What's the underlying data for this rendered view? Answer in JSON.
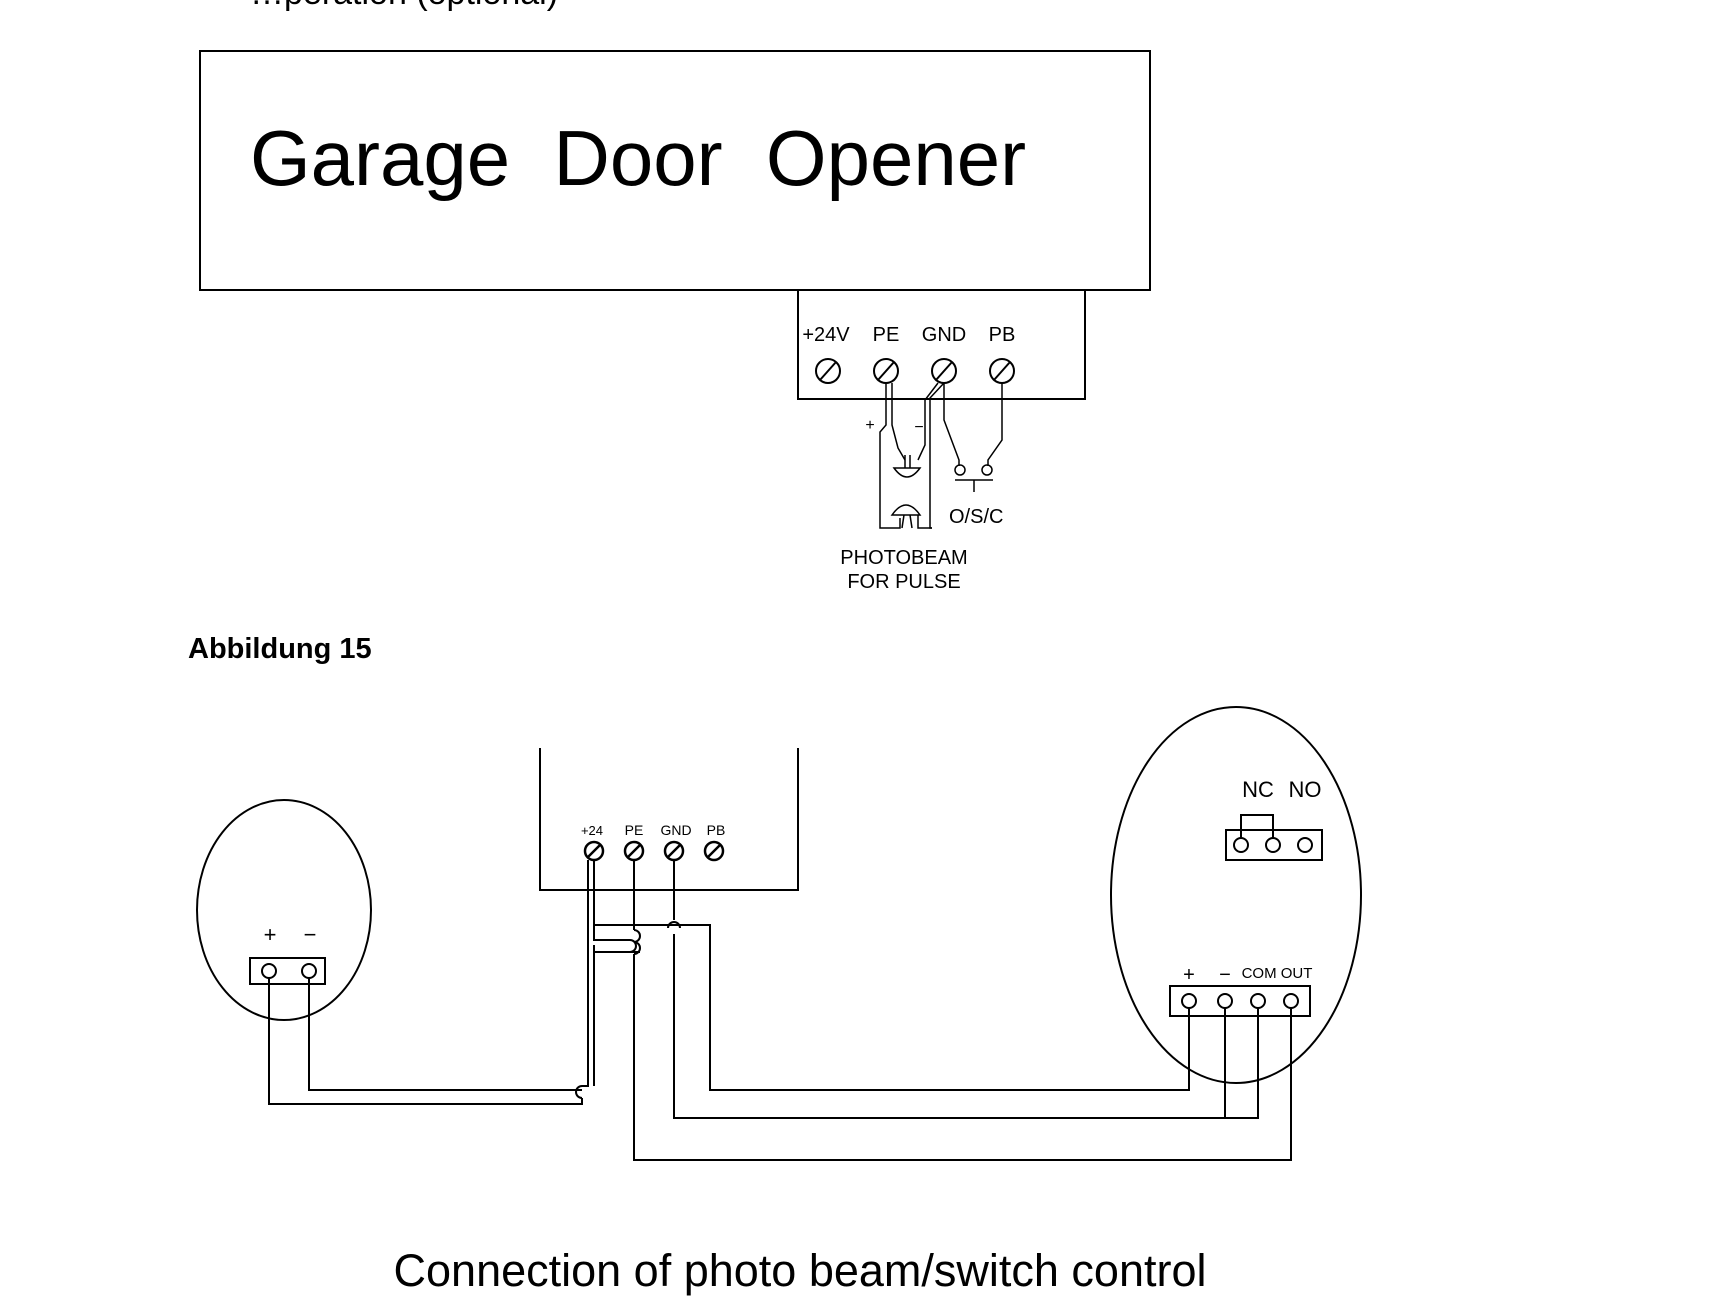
{
  "top_heading_fragment": "…peration (optional)",
  "figure1": {
    "box_title": "Garage  Door  Opener",
    "terminals": [
      "+24V",
      "PE",
      "GND",
      "PB"
    ],
    "plus": "+",
    "minus": "−",
    "switch_label": "O/S/C",
    "photobeam_line1": "PHOTOBEAM",
    "photobeam_line2": "FOR PULSE"
  },
  "figure_label": "Abbildung 15",
  "figure2": {
    "terminals": [
      "+24",
      "PE",
      "GND",
      "PB"
    ],
    "transmitter_plus": "+",
    "transmitter_minus": "−",
    "receiver_nc": "NC",
    "receiver_no": "NO",
    "receiver_plus": "+",
    "receiver_minus": "−",
    "receiver_com_out": "COM OUT"
  },
  "caption": "Connection of photo beam/switch control",
  "colors": {
    "line": "#000000",
    "background": "#ffffff"
  }
}
